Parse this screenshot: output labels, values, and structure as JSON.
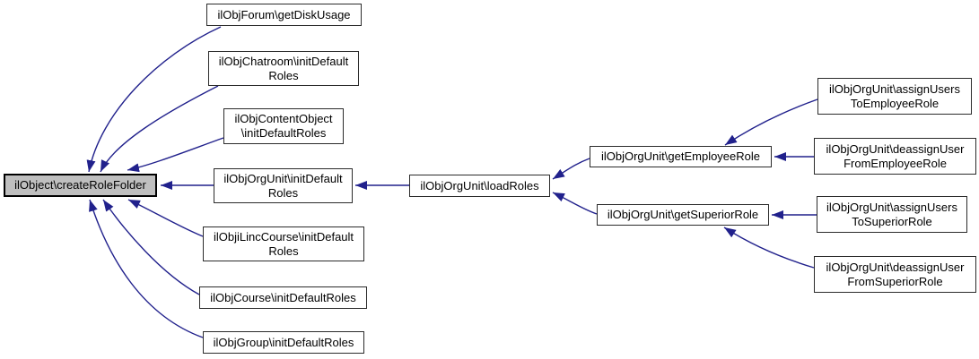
{
  "diagram": {
    "kind": "caller-graph",
    "colors": {
      "background": "#ffffff",
      "edge": "#21218C",
      "node_border": "#2b2b2b",
      "node_fill": "#ffffff",
      "root_fill": "#bfbfbf",
      "root_border": "#000000",
      "text": "#000000"
    }
  },
  "nodes": [
    {
      "id": "createRoleFolder",
      "label": "ilObject\\createRoleFolder",
      "highlighted": true
    },
    {
      "id": "forum_getDiskUsage",
      "label": "ilObjForum\\getDiskUsage",
      "highlighted": false
    },
    {
      "id": "chatroom_initDefaultRoles",
      "label": "ilObjChatroom\\initDefault\nRoles",
      "highlighted": false
    },
    {
      "id": "contentObject_initDefaultRoles",
      "label": "ilObjContentObject\n\\initDefaultRoles",
      "highlighted": false
    },
    {
      "id": "orgUnit_initDefaultRoles",
      "label": "ilObjOrgUnit\\initDefault\nRoles",
      "highlighted": false
    },
    {
      "id": "iLincCourse_initDefaultRoles",
      "label": "ilObjiLincCourse\\initDefault\nRoles",
      "highlighted": false
    },
    {
      "id": "course_initDefaultRoles",
      "label": "ilObjCourse\\initDefaultRoles",
      "highlighted": false
    },
    {
      "id": "group_initDefaultRoles",
      "label": "ilObjGroup\\initDefaultRoles",
      "highlighted": false
    },
    {
      "id": "orgUnit_loadRoles",
      "label": "ilObjOrgUnit\\loadRoles",
      "highlighted": false
    },
    {
      "id": "orgUnit_getEmployeeRole",
      "label": "ilObjOrgUnit\\getEmployeeRole",
      "highlighted": false
    },
    {
      "id": "orgUnit_getSuperiorRole",
      "label": "ilObjOrgUnit\\getSuperiorRole",
      "highlighted": false
    },
    {
      "id": "orgUnit_assignUsersToEmployeeRole",
      "label": "ilObjOrgUnit\\assignUsers\nToEmployeeRole",
      "highlighted": false
    },
    {
      "id": "orgUnit_deassignUserFromEmployeeRole",
      "label": "ilObjOrgUnit\\deassignUser\nFromEmployeeRole",
      "highlighted": false
    },
    {
      "id": "orgUnit_assignUsersToSuperiorRole",
      "label": "ilObjOrgUnit\\assignUsers\nToSuperiorRole",
      "highlighted": false
    },
    {
      "id": "orgUnit_deassignUserFromSuperiorRole",
      "label": "ilObjOrgUnit\\deassignUser\nFromSuperiorRole",
      "highlighted": false
    }
  ],
  "edges": [
    {
      "from": "forum_getDiskUsage",
      "to": "createRoleFolder"
    },
    {
      "from": "chatroom_initDefaultRoles",
      "to": "createRoleFolder"
    },
    {
      "from": "contentObject_initDefaultRoles",
      "to": "createRoleFolder"
    },
    {
      "from": "orgUnit_initDefaultRoles",
      "to": "createRoleFolder"
    },
    {
      "from": "iLincCourse_initDefaultRoles",
      "to": "createRoleFolder"
    },
    {
      "from": "course_initDefaultRoles",
      "to": "createRoleFolder"
    },
    {
      "from": "group_initDefaultRoles",
      "to": "createRoleFolder"
    },
    {
      "from": "orgUnit_loadRoles",
      "to": "orgUnit_initDefaultRoles"
    },
    {
      "from": "orgUnit_getEmployeeRole",
      "to": "orgUnit_loadRoles"
    },
    {
      "from": "orgUnit_getSuperiorRole",
      "to": "orgUnit_loadRoles"
    },
    {
      "from": "orgUnit_assignUsersToEmployeeRole",
      "to": "orgUnit_getEmployeeRole"
    },
    {
      "from": "orgUnit_deassignUserFromEmployeeRole",
      "to": "orgUnit_getEmployeeRole"
    },
    {
      "from": "orgUnit_assignUsersToSuperiorRole",
      "to": "orgUnit_getSuperiorRole"
    },
    {
      "from": "orgUnit_deassignUserFromSuperiorRole",
      "to": "orgUnit_getSuperiorRole"
    }
  ]
}
